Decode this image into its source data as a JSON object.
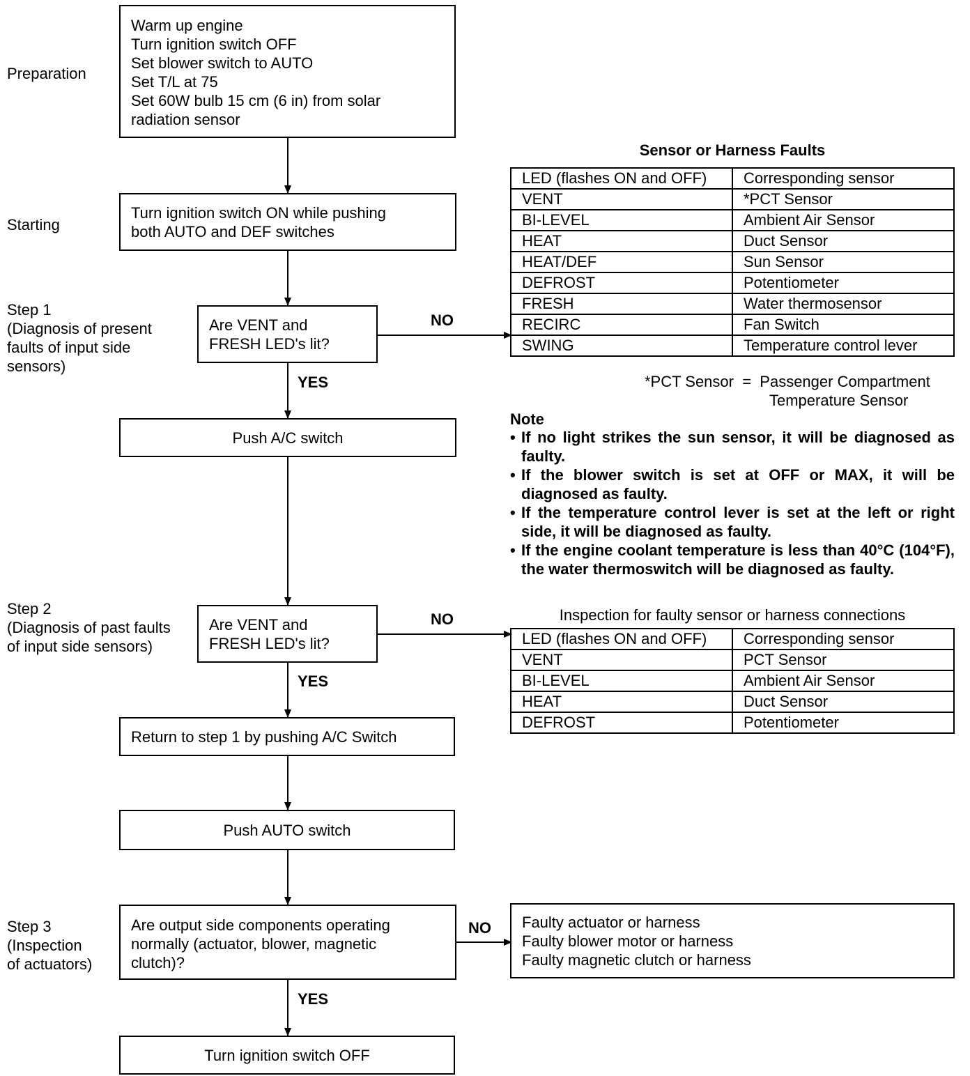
{
  "stages": {
    "preparation": "Preparation",
    "starting": "Starting",
    "step1": [
      "Step 1",
      "(Diagnosis of present",
      "faults of input side",
      "sensors)"
    ],
    "step2": [
      "Step 2",
      "(Diagnosis of past faults",
      "of input side sensors)"
    ],
    "step3": [
      "Step 3",
      "(Inspection",
      "of actuators)"
    ]
  },
  "boxes": {
    "preparation": [
      "Warm up engine",
      "Turn ignition switch OFF",
      "Set blower switch to AUTO",
      "Set T/L at 75",
      "Set 60W bulb 15 cm (6 in) from solar",
      "radiation sensor"
    ],
    "starting": [
      "Turn ignition switch ON while pushing",
      "both AUTO and DEF switches"
    ],
    "q1": [
      "Are VENT and",
      "FRESH LED's lit?"
    ],
    "push_ac": "Push A/C switch",
    "q2": [
      "Are VENT and",
      "FRESH LED's lit?"
    ],
    "return_step1": "Return to step 1 by pushing A/C Switch",
    "push_auto": "Push AUTO switch",
    "q3": [
      "Are output side components operating",
      "normally (actuator, blower, magnetic",
      "clutch)?"
    ],
    "off": "Turn ignition switch OFF",
    "faulty": [
      "Faulty actuator or harness",
      "Faulty blower motor or harness",
      "Faulty magnetic clutch or harness"
    ]
  },
  "branch_labels": {
    "yes": "YES",
    "no": "NO"
  },
  "table1": {
    "title": "Sensor or Harness Faults",
    "header": [
      "LED (flashes ON and OFF)",
      "Corresponding sensor"
    ],
    "rows": [
      [
        "VENT",
        "*PCT Sensor"
      ],
      [
        "BI-LEVEL",
        "Ambient Air Sensor"
      ],
      [
        "HEAT",
        "Duct Sensor"
      ],
      [
        "HEAT/DEF",
        "Sun Sensor"
      ],
      [
        "DEFROST",
        "Potentiometer"
      ],
      [
        "FRESH",
        "Water thermosensor"
      ],
      [
        "RECIRC",
        "Fan Switch"
      ],
      [
        "SWING",
        "Temperature control lever"
      ]
    ],
    "footnote": [
      "*PCT Sensor  =  Passenger Compartment",
      "Temperature Sensor"
    ]
  },
  "note": {
    "title": "Note",
    "bullet": "•",
    "items": [
      "If no light strikes the sun sensor, it will be diagnosed as faulty.",
      "If the blower switch is set at OFF or MAX, it will be diagnosed as faulty.",
      "If the temperature control lever is set at the left or right side, it will be diagnosed as faulty.",
      "If the engine coolant temperature is less than 40°C (104°F), the water thermoswitch will be diagnosed as faulty."
    ]
  },
  "table2": {
    "title": "Inspection for faulty sensor or harness connections",
    "header": [
      "LED (flashes ON and OFF)",
      "Corresponding sensor"
    ],
    "rows": [
      [
        "VENT",
        "PCT Sensor"
      ],
      [
        "BI-LEVEL",
        "Ambient Air Sensor"
      ],
      [
        "HEAT",
        "Duct Sensor"
      ],
      [
        "DEFROST",
        "Potentiometer"
      ]
    ]
  }
}
